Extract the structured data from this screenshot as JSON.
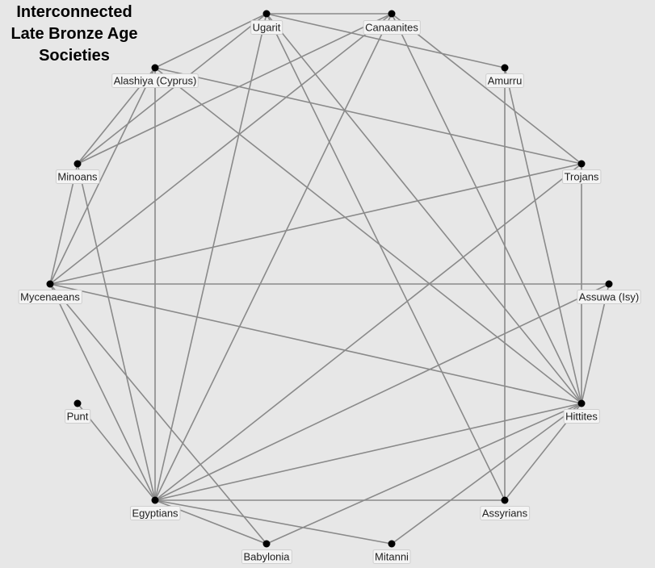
{
  "title_lines": [
    "Interconnected",
    "Late Bronze Age",
    "Societies"
  ],
  "nodes": [
    {
      "id": "ugarit",
      "label": "Ugarit"
    },
    {
      "id": "canaanites",
      "label": "Canaanites"
    },
    {
      "id": "amurru",
      "label": "Amurru"
    },
    {
      "id": "alashiya",
      "label": "Alashiya (Cyprus)"
    },
    {
      "id": "minoans",
      "label": "Minoans"
    },
    {
      "id": "trojans",
      "label": "Trojans"
    },
    {
      "id": "mycenaeans",
      "label": "Mycenaeans"
    },
    {
      "id": "assuwa",
      "label": "Assuwa (Isy)"
    },
    {
      "id": "punt",
      "label": "Punt"
    },
    {
      "id": "hittites",
      "label": "Hittites"
    },
    {
      "id": "egyptians",
      "label": "Egyptians"
    },
    {
      "id": "assyrians",
      "label": "Assyrians"
    },
    {
      "id": "babylonia",
      "label": "Babylonia"
    },
    {
      "id": "mitanni",
      "label": "Mitanni"
    }
  ],
  "edges": [
    [
      "ugarit",
      "canaanites"
    ],
    [
      "ugarit",
      "alashiya"
    ],
    [
      "ugarit",
      "minoans"
    ],
    [
      "ugarit",
      "amurru"
    ],
    [
      "ugarit",
      "egyptians"
    ],
    [
      "ugarit",
      "hittites"
    ],
    [
      "ugarit",
      "assyrians"
    ],
    [
      "canaanites",
      "minoans"
    ],
    [
      "canaanites",
      "mycenaeans"
    ],
    [
      "canaanites",
      "egyptians"
    ],
    [
      "canaanites",
      "trojans"
    ],
    [
      "canaanites",
      "hittites"
    ],
    [
      "alashiya",
      "minoans"
    ],
    [
      "alashiya",
      "mycenaeans"
    ],
    [
      "alashiya",
      "egyptians"
    ],
    [
      "alashiya",
      "trojans"
    ],
    [
      "alashiya",
      "hittites"
    ],
    [
      "amurru",
      "assyrians"
    ],
    [
      "amurru",
      "hittites"
    ],
    [
      "minoans",
      "mycenaeans"
    ],
    [
      "minoans",
      "egyptians"
    ],
    [
      "mycenaeans",
      "trojans"
    ],
    [
      "mycenaeans",
      "assuwa"
    ],
    [
      "mycenaeans",
      "hittites"
    ],
    [
      "mycenaeans",
      "egyptians"
    ],
    [
      "mycenaeans",
      "babylonia"
    ],
    [
      "trojans",
      "hittites"
    ],
    [
      "trojans",
      "egyptians"
    ],
    [
      "assuwa",
      "hittites"
    ],
    [
      "assuwa",
      "egyptians"
    ],
    [
      "hittites",
      "egyptians"
    ],
    [
      "hittites",
      "assyrians"
    ],
    [
      "hittites",
      "babylonia"
    ],
    [
      "hittites",
      "mitanni"
    ],
    [
      "egyptians",
      "assyrians"
    ],
    [
      "egyptians",
      "babylonia"
    ],
    [
      "egyptians",
      "mitanni"
    ],
    [
      "egyptians",
      "punt"
    ]
  ]
}
